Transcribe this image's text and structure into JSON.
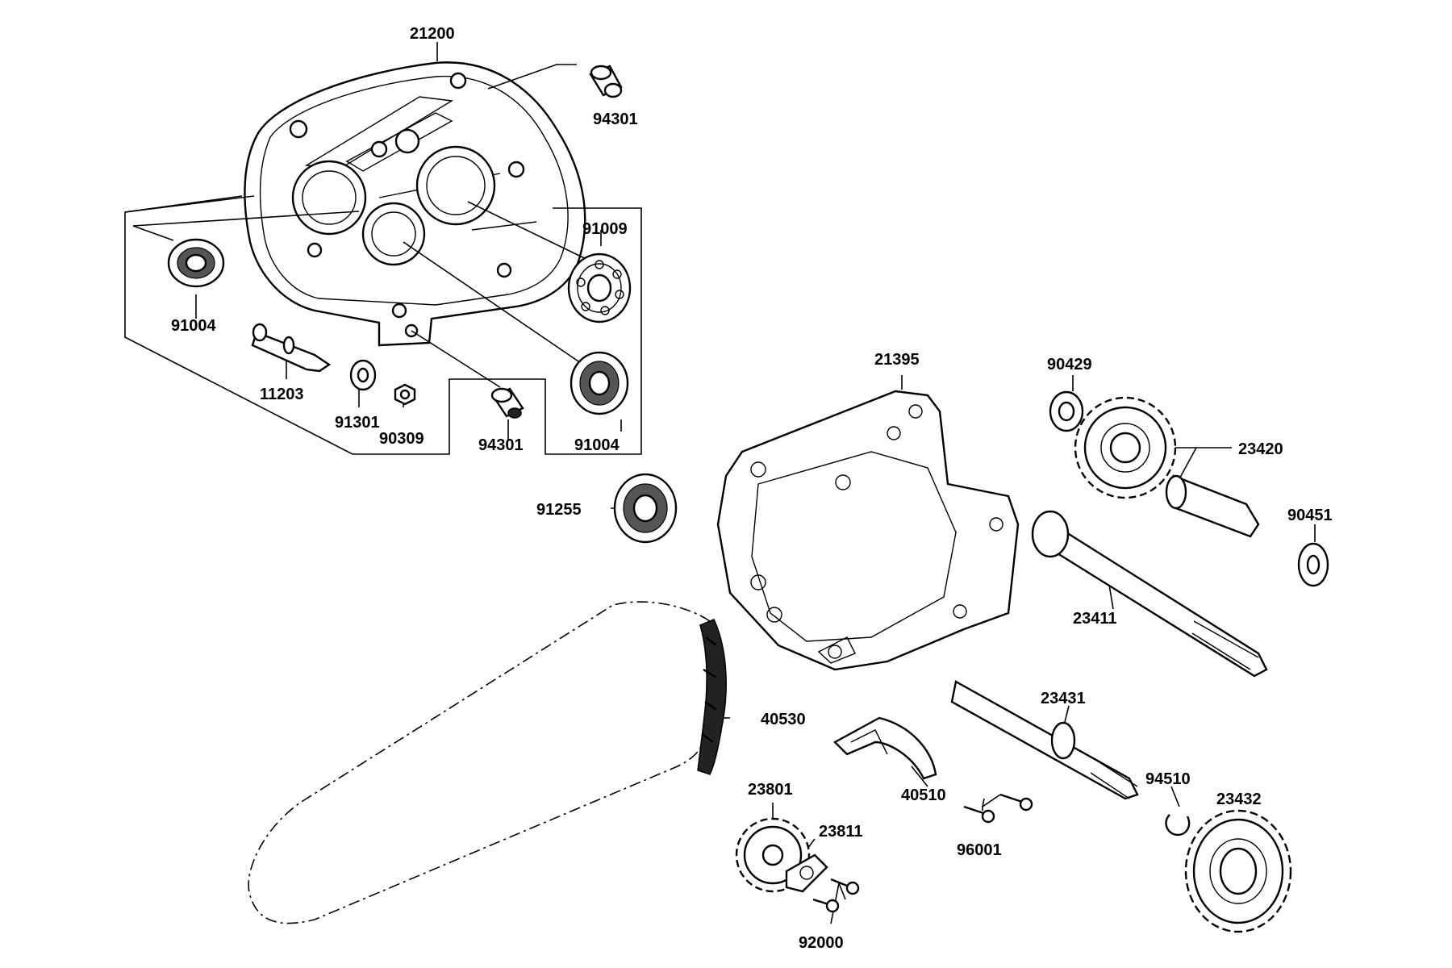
{
  "labels": {
    "p21200": "21200",
    "p94301_top": "94301",
    "p91009": "91009",
    "p91004_left": "91004",
    "p11203": "11203",
    "p91301": "91301",
    "p90309": "90309",
    "p94301_bottom": "94301",
    "p91004_right": "91004",
    "p91255": "91255",
    "p21395": "21395",
    "p90429": "90429",
    "p23420": "23420",
    "p90451": "90451",
    "p23411": "23411",
    "p40530": "40530",
    "p23431": "23431",
    "p40510": "40510",
    "p94510": "94510",
    "p23432": "23432",
    "p96001": "96001",
    "p23801": "23801",
    "p23811": "23811",
    "p92000": "92000"
  }
}
